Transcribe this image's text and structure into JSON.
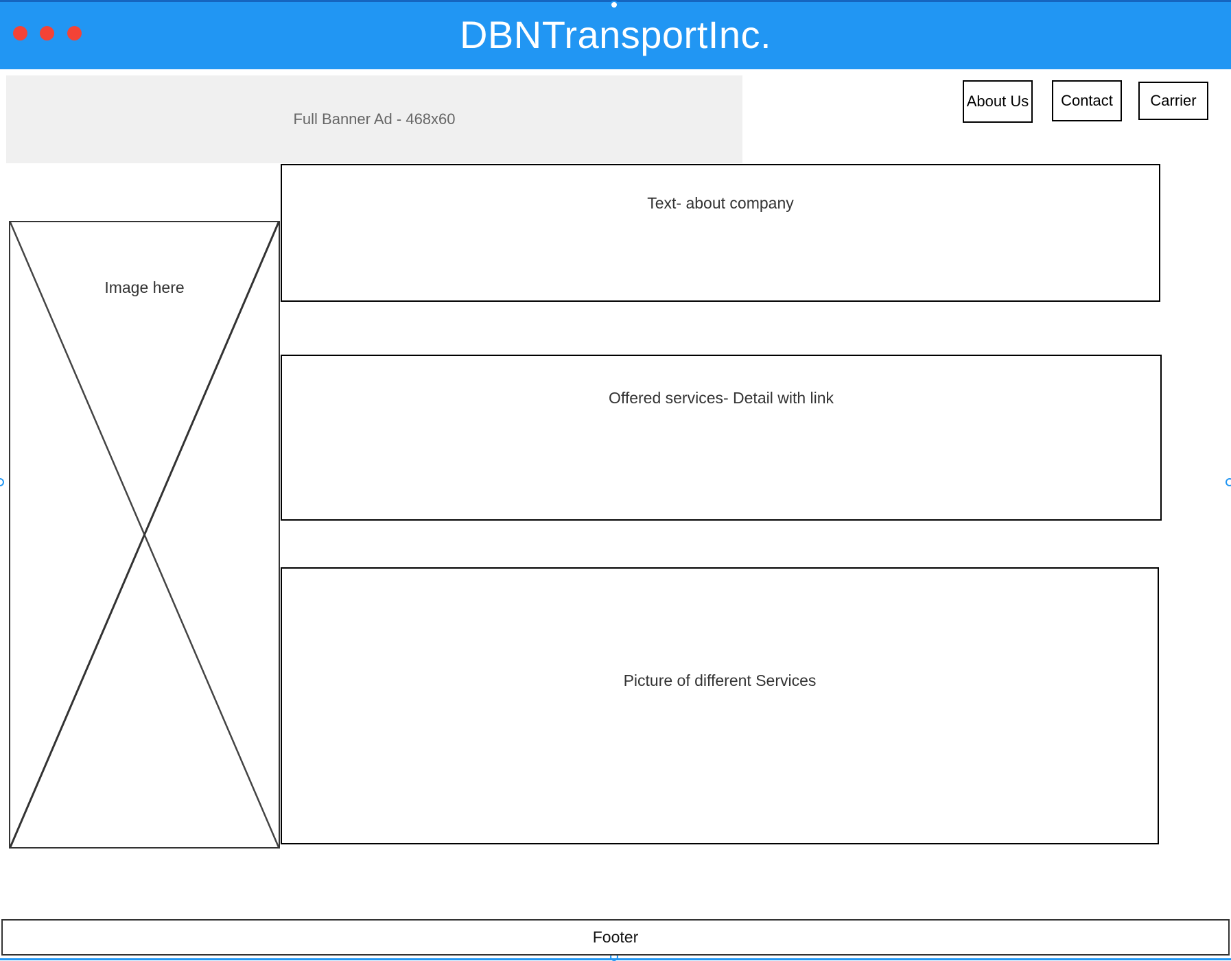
{
  "window": {
    "title": "DBNTransportInc.",
    "traffic_light_color": "#F44336",
    "titlebar_color": "#2196F3"
  },
  "banner": {
    "label": "Full Banner Ad - 468x60"
  },
  "nav": {
    "items": [
      {
        "label": "About Us"
      },
      {
        "label": "Contact"
      },
      {
        "label": "Carrier"
      }
    ]
  },
  "sections": {
    "about": {
      "label": "Text- about company"
    },
    "services": {
      "label": "Offered services- Detail with link"
    },
    "pictures": {
      "label": "Picture of different Services"
    }
  },
  "image_placeholder": {
    "label": "Image here"
  },
  "footer": {
    "label": "Footer"
  }
}
